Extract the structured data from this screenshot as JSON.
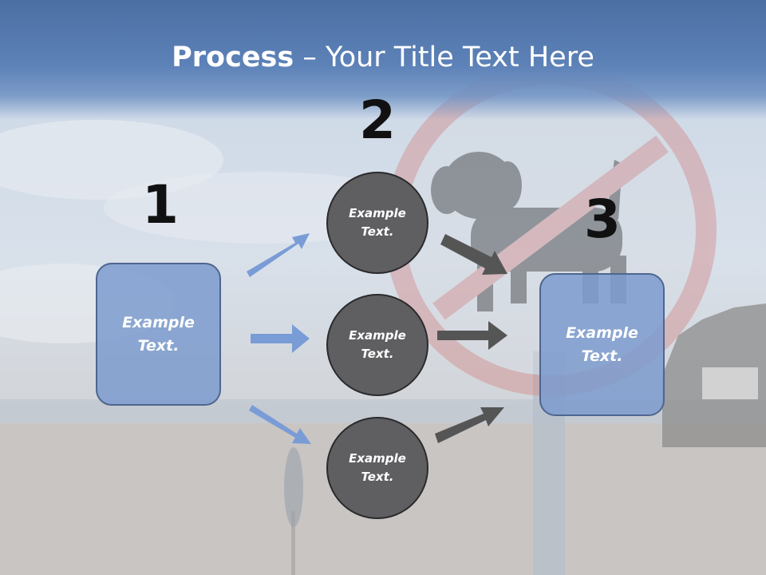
{
  "title": {
    "bold": "Process",
    "rest": " – Your Title Text Here"
  },
  "steps": [
    {
      "number": "1",
      "box_text": "Example Text."
    },
    {
      "number": "2",
      "circles": [
        "Example Text.",
        "Example Text.",
        "Example Text."
      ]
    },
    {
      "number": "3",
      "box_text": "Example Text."
    }
  ],
  "colors": {
    "title_bar": "#5d82b8",
    "box_fill": "#7c9bce",
    "circle_fill": "#5f5f62",
    "arrow_blue": "#7a9cd6",
    "arrow_gray": "#555555"
  },
  "background": {
    "description_icon": "no-dogs-sign"
  }
}
